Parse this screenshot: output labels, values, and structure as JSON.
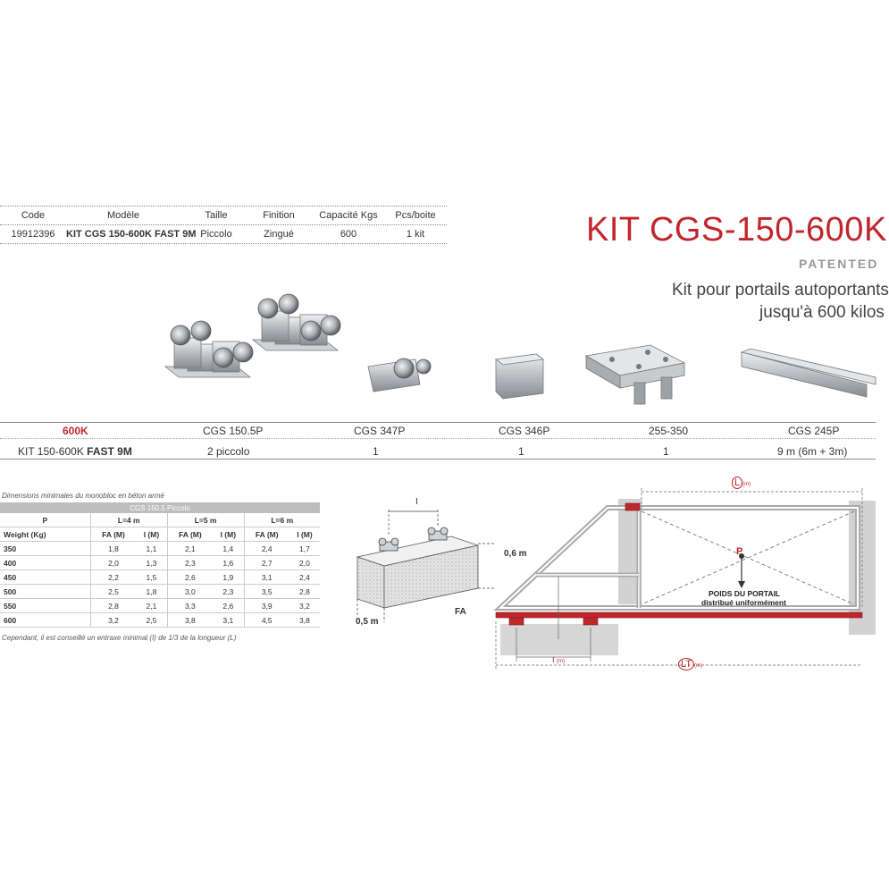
{
  "spec_table": {
    "headers": [
      "Code",
      "Modèle",
      "Taille",
      "Finition",
      "Capacité Kgs",
      "Pcs/boite"
    ],
    "row": [
      "19912396",
      "KIT CGS 150-600K FAST 9M",
      "Piccolo",
      "Zingué",
      "600",
      "1 kit"
    ]
  },
  "title": "KIT CGS-150-600K",
  "patent": "PATENTED",
  "subtitle_line1": "Kit pour portails autoportants",
  "subtitle_line2": "jusqu'à 600 kilos",
  "kit_row1": {
    "label": "600K",
    "items": [
      "CGS 150.5P",
      "CGS 347P",
      "CGS 346P",
      "255-350",
      "CGS 245P"
    ]
  },
  "kit_row2": {
    "label_a": "KIT 150-600K ",
    "label_b": "FAST 9M",
    "items": [
      "2 piccolo",
      "1",
      "1",
      "1",
      "9 m (6m + 3m)"
    ]
  },
  "dim_caption": "Dimensions minimales du monobloc en béton armé",
  "dim_table": {
    "band": "CGS 150.5 Piccolo",
    "group_header": [
      "P",
      "L=4 m",
      "L=5 m",
      "L=6 m"
    ],
    "sub_header": [
      "Weight (Kg)",
      "FA (M)",
      "I (M)",
      "FA (M)",
      "I (M)",
      "FA (M)",
      "I (M)"
    ],
    "rows": [
      [
        "350",
        "1,8",
        "1,1",
        "2,1",
        "1,4",
        "2,4",
        "1,7"
      ],
      [
        "400",
        "2,0",
        "1,3",
        "2,3",
        "1,6",
        "2,7",
        "2,0"
      ],
      [
        "450",
        "2,2",
        "1,5",
        "2,6",
        "1,9",
        "3,1",
        "2,4"
      ],
      [
        "500",
        "2,5",
        "1,8",
        "3,0",
        "2,3",
        "3,5",
        "2,8"
      ],
      [
        "550",
        "2,8",
        "2,1",
        "3,3",
        "2,6",
        "3,9",
        "3,2"
      ],
      [
        "600",
        "3,2",
        "2,5",
        "3,8",
        "3,1",
        "4,5",
        "3,8"
      ]
    ]
  },
  "dim_footnote": "Cependant, il est conseillé un entraxe minimal (I) de 1/3 de la longueur (L)",
  "block_diagram": {
    "l_label": "I",
    "h_label": "0,6 m",
    "w_label": "0,5 m",
    "fa_label": "FA"
  },
  "gate_diagram": {
    "l_label": "L",
    "l_unit": "(m)",
    "p_label": "P",
    "weight_line1": "POIDS DU PORTAIL",
    "weight_line2": "distribué uniformément",
    "i_label": "I",
    "i_unit": "(m)",
    "lt_label": "LT",
    "lt_unit": "(m)"
  },
  "colors": {
    "accent": "#c0272d",
    "grey": "#bdbdbd"
  }
}
